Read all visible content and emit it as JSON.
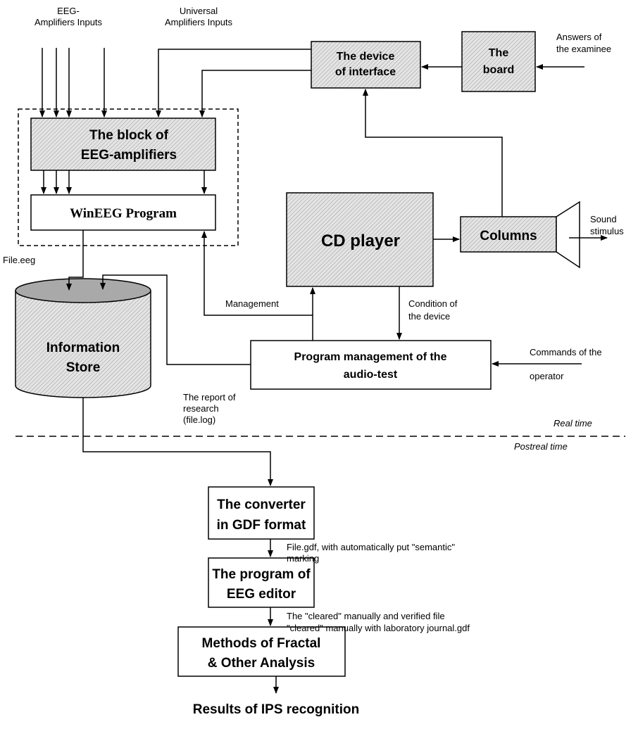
{
  "inputs": {
    "eeg_amplifiers_inputs": [
      "EEG-",
      "Amplifiers Inputs"
    ],
    "universal_amplifiers_inputs": [
      "Universal",
      "Amplifiers Inputs"
    ],
    "answers_of_examinee": [
      "Answers of",
      "the examinee"
    ],
    "commands_of_operator": [
      "Commands of the",
      "operator"
    ]
  },
  "blocks": {
    "device_of_interface": [
      "The device",
      "of interface"
    ],
    "board": [
      "The",
      "board"
    ],
    "eeg_amplifiers": [
      "The block of",
      "EEG-amplifiers"
    ],
    "wineeg_program": "WinEEG Program",
    "cd_player": "CD player",
    "columns": "Columns",
    "information_store": [
      "Information",
      "Store"
    ],
    "program_management": [
      "Program management of the",
      "audio-test"
    ],
    "gdf_converter": [
      "The converter",
      "in GDF format"
    ],
    "eeg_editor": [
      "The program of",
      "EEG editor"
    ],
    "fractal_analysis": [
      "Methods of Fractal",
      "& Other Analysis"
    ]
  },
  "labels": {
    "sound_stimulus": [
      "Sound",
      "stimulus"
    ],
    "file_eeg": "File.eeg",
    "management": "Management",
    "condition_of_device": [
      "Condition of",
      "the device"
    ],
    "report_of_research": [
      "The report of",
      "research",
      "(file.log)"
    ],
    "real_time": "Real time",
    "postreal_time": "Postreal time",
    "file_gdf": [
      "File.gdf, with automatically put \"semantic\"",
      "marking"
    ],
    "cleared_file": [
      "The \"cleared\" manually and verified file",
      "\"cleared\" manually with laboratory journal.gdf"
    ],
    "results": "Results of IPS recognition"
  }
}
